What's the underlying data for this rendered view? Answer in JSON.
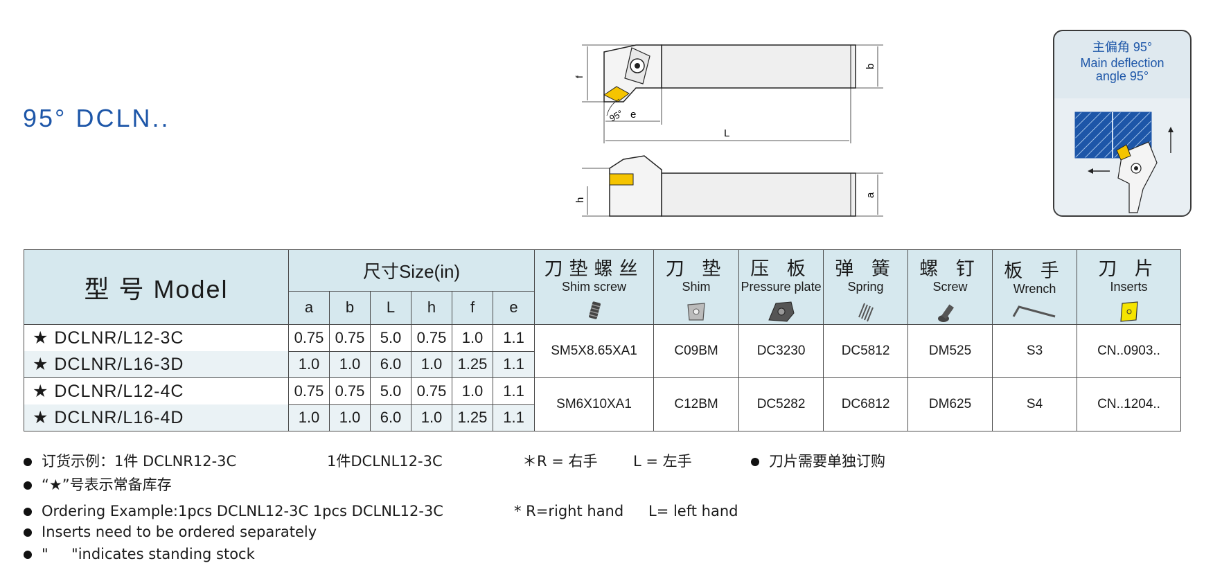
{
  "title": "95° DCLN..",
  "drawing_labels": {
    "f": "f",
    "b": "b",
    "L": "L",
    "e": "e",
    "angle": "95°",
    "h": "h",
    "a": "a"
  },
  "callout": {
    "zh": "主偏角 95°",
    "en_line1": "Main deflection",
    "en_line2": "angle 95°"
  },
  "table": {
    "model_header": "型 号 Model",
    "size_header": "尺寸Size(in)",
    "dim_headers": [
      "a",
      "b",
      "L",
      "h",
      "f",
      "e"
    ],
    "part_headers": [
      {
        "zh": "刀垫螺丝",
        "en": "Shim screw",
        "icon": "shim-screw-icon"
      },
      {
        "zh": "刀 垫",
        "en": "Shim",
        "icon": "shim-icon"
      },
      {
        "zh": "压 板",
        "en": "Pressure plate",
        "icon": "pressure-plate-icon"
      },
      {
        "zh": "弹 簧",
        "en": "Spring",
        "icon": "spring-icon"
      },
      {
        "zh": "螺 钉",
        "en": "Screw",
        "icon": "screw-icon"
      },
      {
        "zh": "板 手",
        "en": "Wrench",
        "icon": "wrench-icon"
      },
      {
        "zh": "刀 片",
        "en": "Inserts",
        "icon": "insert-icon"
      }
    ],
    "rows": [
      {
        "model": "★ DCLNR/L12-3C",
        "dims": [
          "0.75",
          "0.75",
          "5.0",
          "0.75",
          "1.0",
          "1.1"
        ]
      },
      {
        "model": "★ DCLNR/L16-3D",
        "dims": [
          "1.0",
          "1.0",
          "6.0",
          "1.0",
          "1.25",
          "1.1"
        ]
      },
      {
        "model": "★ DCLNR/L12-4C",
        "dims": [
          "0.75",
          "0.75",
          "5.0",
          "0.75",
          "1.0",
          "1.1"
        ]
      },
      {
        "model": "★ DCLNR/L16-4D",
        "dims": [
          "1.0",
          "1.0",
          "6.0",
          "1.0",
          "1.25",
          "1.1"
        ]
      }
    ],
    "parts_groups": [
      [
        "SM5X8.65XA1",
        "C09BM",
        "DC3230",
        "DC5812",
        "DM525",
        "S3",
        "CN..0903.."
      ],
      [
        "SM6X10XA1",
        "C12BM",
        "DC5282",
        "DC6812",
        "DM625",
        "S4",
        "CN..1204.."
      ]
    ]
  },
  "notes": {
    "zh_line1_a": "订货示例：1件 DCLNR12-3C",
    "zh_line1_b": "1件DCLNL12-3C",
    "zh_line1_c": "＊R = 右手",
    "zh_line1_d": "L = 左手",
    "zh_line1_e": "刀片需要单独订购",
    "zh_line2": "“★”号表示常备库存",
    "en_line1_a": "Ordering Example:1pcs DCLNL12-3C 1pcs DCLNL12-3C",
    "en_line1_b": "* R=right hand",
    "en_line1_c": "L= left hand",
    "en_line2": "Inserts need to be ordered separately",
    "en_line3": "\"     \"indicates standing stock"
  },
  "colors": {
    "title_blue": "#1d56a8",
    "header_bg": "#d6e8ee",
    "insert_yellow": "#f5c400",
    "hatch_blue": "#1d56a8"
  }
}
